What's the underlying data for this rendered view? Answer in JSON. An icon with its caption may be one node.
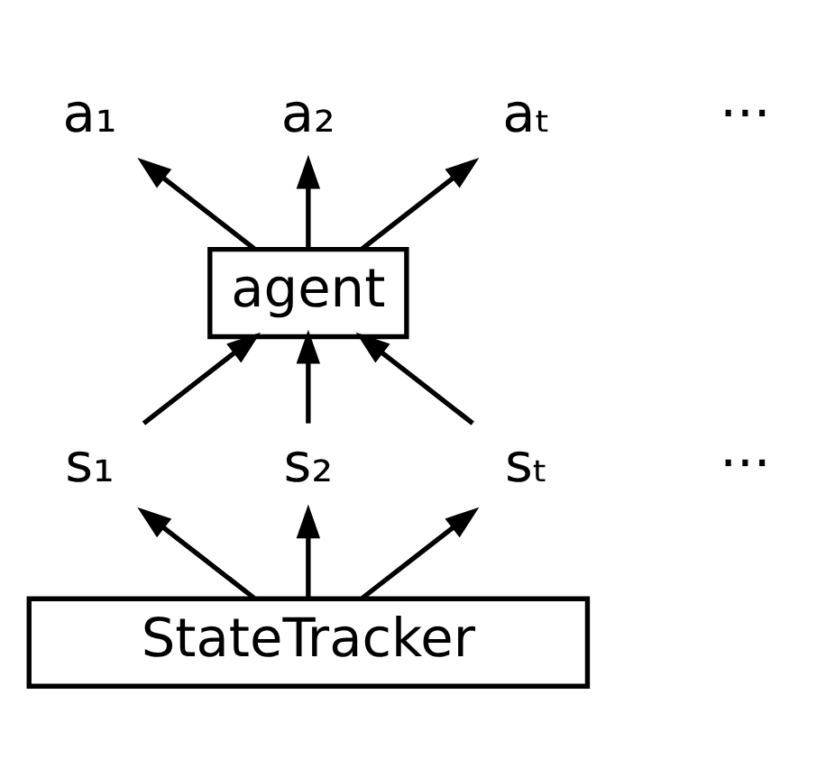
{
  "diagram": {
    "nodes": [
      {
        "text": [
          "a₁"
        ]
      },
      {
        "text": [
          "a₂"
        ]
      },
      {
        "text": [
          "aₜ"
        ]
      },
      {
        "text": [
          "agent"
        ]
      },
      {
        "text": [
          "s₁"
        ]
      },
      {
        "text": [
          "s₂"
        ]
      },
      {
        "text": [
          "sₜ"
        ]
      },
      {
        "text": [
          "StateTracker"
        ]
      }
    ],
    "edges": [
      {
        "from": 7,
        "to": 4,
        "arrow": "to"
      },
      {
        "from": 7,
        "to": 5,
        "arrow": "to"
      },
      {
        "from": 7,
        "to": 6,
        "arrow": "to"
      },
      {
        "from": 4,
        "to": 3,
        "arrow": "to"
      },
      {
        "from": 5,
        "to": 3,
        "arrow": "to"
      },
      {
        "from": 6,
        "to": 3,
        "arrow": "to"
      },
      {
        "from": 3,
        "to": 0,
        "arrow": "to"
      },
      {
        "from": 3,
        "to": 1,
        "arrow": "to"
      },
      {
        "from": 3,
        "to": 2,
        "arrow": "to"
      }
    ],
    "labels": [
      "···",
      "···"
    ]
  }
}
